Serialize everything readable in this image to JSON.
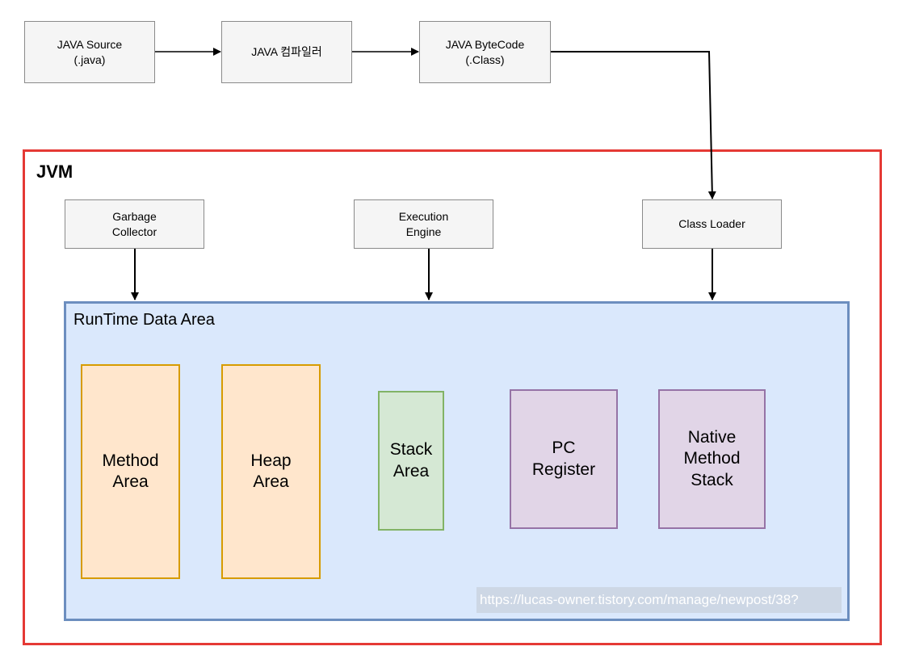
{
  "compile_flow": {
    "source": "JAVA Source\n(.java)",
    "compiler": "JAVA 컴파일러",
    "bytecode": "JAVA ByteCode\n(.Class)"
  },
  "jvm": {
    "title": "JVM",
    "garbage_collector": "Garbage\nCollector",
    "execution_engine": "Execution\nEngine",
    "class_loader": "Class Loader"
  },
  "runtime_data_area": {
    "title": "RunTime Data Area",
    "method_area": "Method\nArea",
    "heap_area": "Heap\nArea",
    "stack_area": "Stack\nArea",
    "pc_register": "PC\nRegister",
    "native_method_stack": "Native\nMethod\nStack"
  },
  "watermark": "https://lucas-owner.tistory.com/manage/newpost/38?",
  "colors": {
    "jvm_border": "#e53935",
    "runtime_fill": "#dae8fc",
    "runtime_border": "#6c8ebf",
    "orange_fill": "#ffe6cc",
    "orange_border": "#d79b00",
    "green_fill": "#d5e8d4",
    "green_border": "#82b366",
    "purple_fill": "#e1d5e7",
    "purple_border": "#9673a6"
  }
}
